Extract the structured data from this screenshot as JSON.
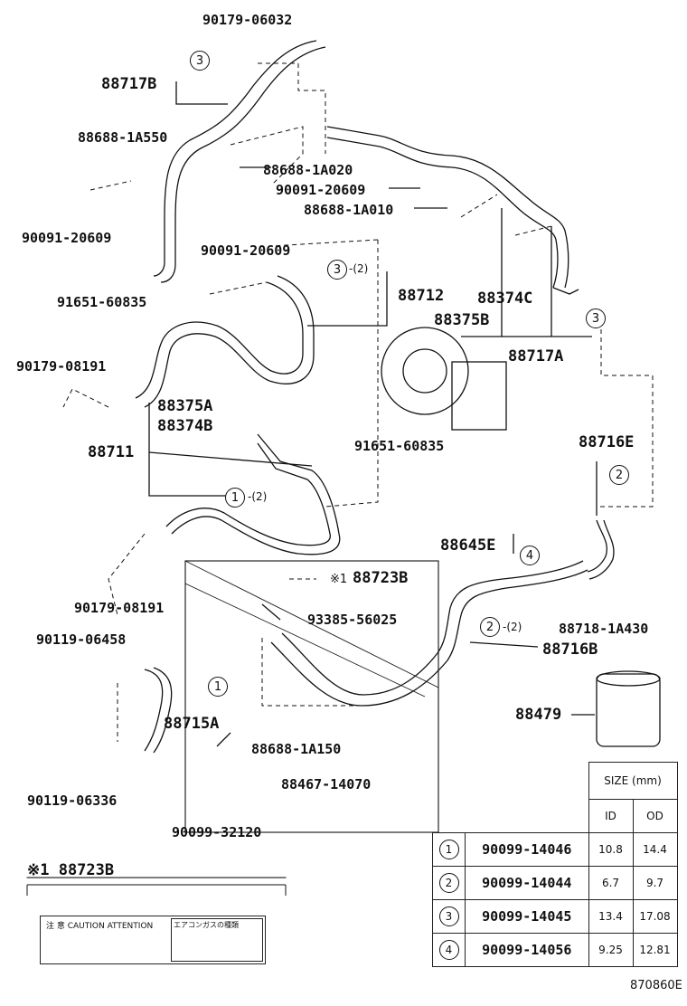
{
  "diagram_code": "870860E",
  "callouts": {
    "p90179_06032": "90179-06032",
    "p88717B": "88717B",
    "p88688_1A550": "88688-1A550",
    "p88688_1A020": "88688-1A020",
    "p90091_20609_a": "90091-20609",
    "p88688_1A010": "88688-1A010",
    "p90091_20609_b": "90091-20609",
    "p90091_20609_c": "90091-20609",
    "p91651_60835_a": "91651-60835",
    "p88712": "88712",
    "p88374C": "88374C",
    "p88375B": "88375B",
    "p88717A": "88717A",
    "p90179_08191_a": "90179-08191",
    "p88375A": "88375A",
    "p88374B": "88374B",
    "p91651_60835_b": "91651-60835",
    "p88711": "88711",
    "p88716E": "88716E",
    "p88645E": "88645E",
    "p88723B": "88723B",
    "p88718_1A430": "88718-1A430",
    "p90179_08191_b": "90179-08191",
    "p93385_56025": "93385-56025",
    "p90119_06458": "90119-06458",
    "p88716B": "88716B",
    "p88479": "88479",
    "p88715A": "88715A",
    "p88688_1A150": "88688-1A150",
    "p88467_14070": "88467-14070",
    "p90119_06336": "90119-06336",
    "p90099_32120": "90099-32120"
  },
  "markers": {
    "c3": "3",
    "c2": "2",
    "c1": "1",
    "c4": "4",
    "qty2": "-(2)",
    "ref_symbol": "※1"
  },
  "label_card": {
    "header": "※1 88723B",
    "caution_words": "注 意   CAUTION   ATTENTION",
    "right_text": "エアコンガスの種類"
  },
  "size_table": {
    "header": "SIZE (mm)",
    "col_id": "ID",
    "col_od": "OD",
    "rows": [
      {
        "idx": "1",
        "part": "90099-14046",
        "id": "10.8",
        "od": "14.4"
      },
      {
        "idx": "2",
        "part": "90099-14044",
        "id": "6.7",
        "od": "9.7"
      },
      {
        "idx": "3",
        "part": "90099-14045",
        "id": "13.4",
        "od": "17.08"
      },
      {
        "idx": "4",
        "part": "90099-14056",
        "id": "9.25",
        "od": "12.81"
      }
    ]
  }
}
